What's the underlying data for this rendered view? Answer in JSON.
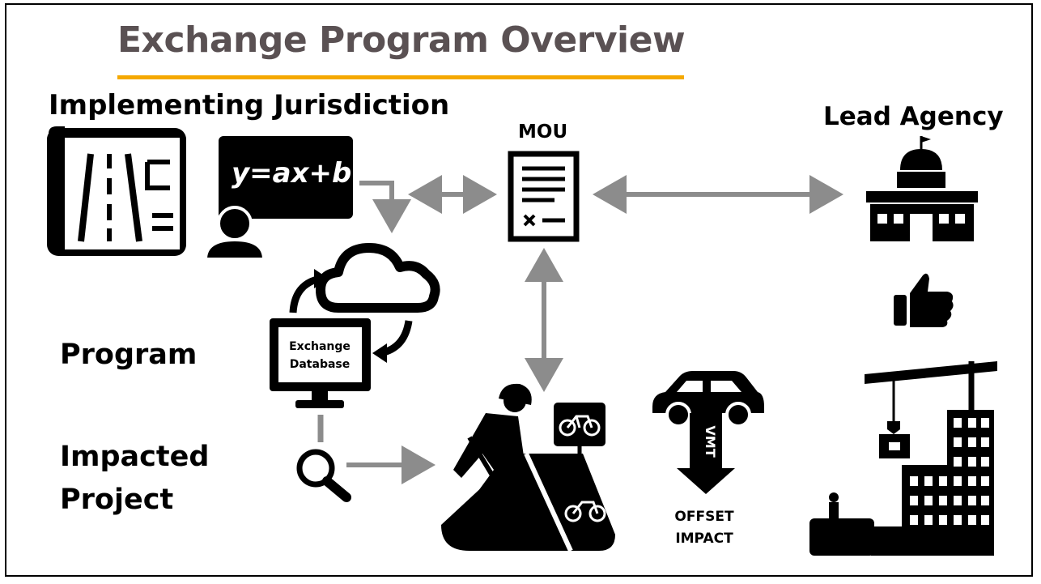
{
  "slide": {
    "title": "Exchange Program Overview",
    "accent_color": "#f5a800",
    "title_color": "#5a5153"
  },
  "labels": {
    "implementing_jurisdiction": "Implementing Jurisdiction",
    "lead_agency": "Lead Agency",
    "mou": "MOU",
    "program": "Program",
    "impacted_project_line1": "Impacted",
    "impacted_project_line2": "Project",
    "offset_line1": "OFFSET",
    "offset_line2": "IMPACT"
  },
  "icons": {
    "equation": "y=ax+b",
    "database_line1": "Exchange",
    "database_line2": "Database",
    "vmt": "VMT"
  },
  "arrow_color": "#8c8c8c"
}
